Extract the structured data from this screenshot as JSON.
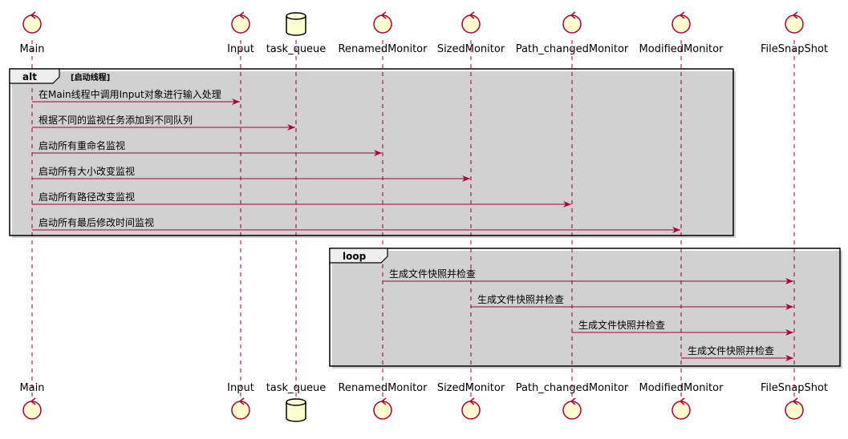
{
  "participants": [
    {
      "id": "main",
      "name": "Main",
      "kind": "control"
    },
    {
      "id": "input",
      "name": "Input",
      "kind": "control"
    },
    {
      "id": "task_queue",
      "name": "task_queue",
      "kind": "database"
    },
    {
      "id": "renamed",
      "name": "RenamedMonitor",
      "kind": "control"
    },
    {
      "id": "sized",
      "name": "SizedMonitor",
      "kind": "control"
    },
    {
      "id": "path",
      "name": "Path_changedMonitor",
      "kind": "control"
    },
    {
      "id": "modified",
      "name": "ModifiedMonitor",
      "kind": "control"
    },
    {
      "id": "snapshot",
      "name": "FileSnapShot",
      "kind": "control"
    }
  ],
  "fragments": [
    {
      "keyword": "alt",
      "guard": "[启动线程]",
      "messages": [
        {
          "from": "main",
          "to": "input",
          "text": "在Main线程中调用Input对象进行输入处理"
        },
        {
          "from": "main",
          "to": "task_queue",
          "text": "根据不同的监视任务添加到不同队列"
        },
        {
          "from": "main",
          "to": "renamed",
          "text": "启动所有重命名监视"
        },
        {
          "from": "main",
          "to": "sized",
          "text": "启动所有大小改变监视"
        },
        {
          "from": "main",
          "to": "path",
          "text": "启动所有路径改变监视"
        },
        {
          "from": "main",
          "to": "modified",
          "text": "启动所有最后修改时间监视"
        }
      ]
    },
    {
      "keyword": "loop",
      "guard": "",
      "messages": [
        {
          "from": "renamed",
          "to": "snapshot",
          "text": "生成文件快照并检查"
        },
        {
          "from": "sized",
          "to": "snapshot",
          "text": "生成文件快照并检查"
        },
        {
          "from": "path",
          "to": "snapshot",
          "text": "生成文件快照并检查"
        },
        {
          "from": "modified",
          "to": "snapshot",
          "text": "生成文件快照并检查"
        }
      ]
    }
  ],
  "colors": {
    "participant_fill": "#FEFECE",
    "participant_stroke": "#A80036",
    "lifeline": "#A80036",
    "arrow": "#A80036",
    "fragment_border": "#000000",
    "fragment_tab_fill": "#EEEEEE"
  }
}
